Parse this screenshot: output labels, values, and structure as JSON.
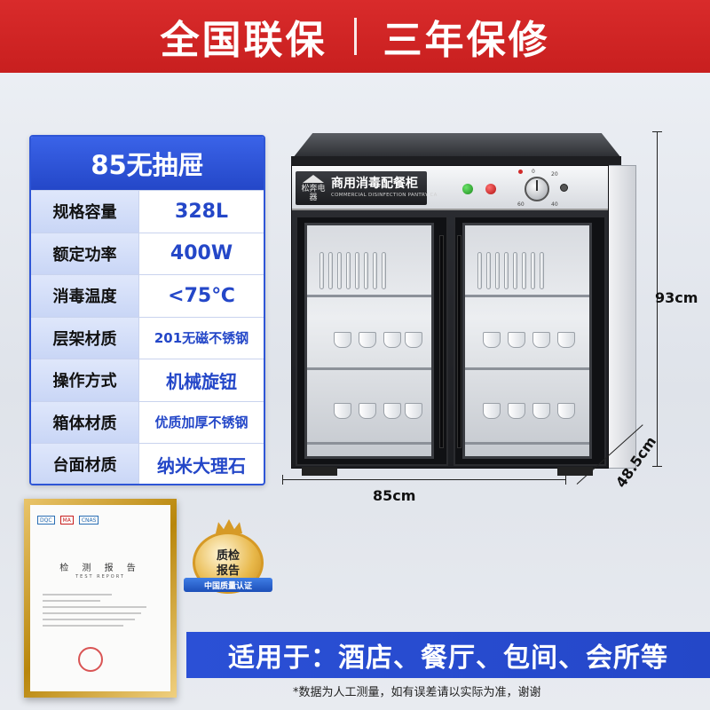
{
  "banner": {
    "left_text": "全国联保",
    "right_text": "三年保修"
  },
  "spec": {
    "title": "85无抽屉",
    "rows": [
      {
        "key": "规格容量",
        "value": "328L"
      },
      {
        "key": "额定功率",
        "value": "400W"
      },
      {
        "key": "消毒温度",
        "value": "<75℃"
      },
      {
        "key": "层架材质",
        "value": "201无磁不锈钢"
      },
      {
        "key": "操作方式",
        "value": "机械旋钮"
      },
      {
        "key": "箱体材质",
        "value": "优质加厚不锈钢"
      },
      {
        "key": "台面材质",
        "value": "纳米大理石"
      }
    ]
  },
  "cabinet": {
    "brand_cn": "商用消毒配餐柜",
    "brand_en": "COMMERCIAL DISINFECTION PANTRY CA",
    "logo_text": "松奔电器",
    "knob_marks": [
      "0",
      "20",
      "40",
      "60"
    ]
  },
  "dimensions": {
    "height": "93cm",
    "width": "85cm",
    "depth": "48.5cm"
  },
  "certificate": {
    "title": "检 测 报 告",
    "subtitle": "TEST REPORT",
    "logos": [
      "DQC",
      "MA",
      "CNAS"
    ]
  },
  "badge": {
    "line1": "质检",
    "line2": "报告",
    "ribbon": "中国质量认证"
  },
  "usage": {
    "text": "适用于：酒店、餐厅、包间、会所等"
  },
  "footnote": "*数据为人工测量，如有误差请以实际为准，谢谢",
  "colors": {
    "banner_red": "#c81f1f",
    "accent_blue": "#2447c8"
  }
}
